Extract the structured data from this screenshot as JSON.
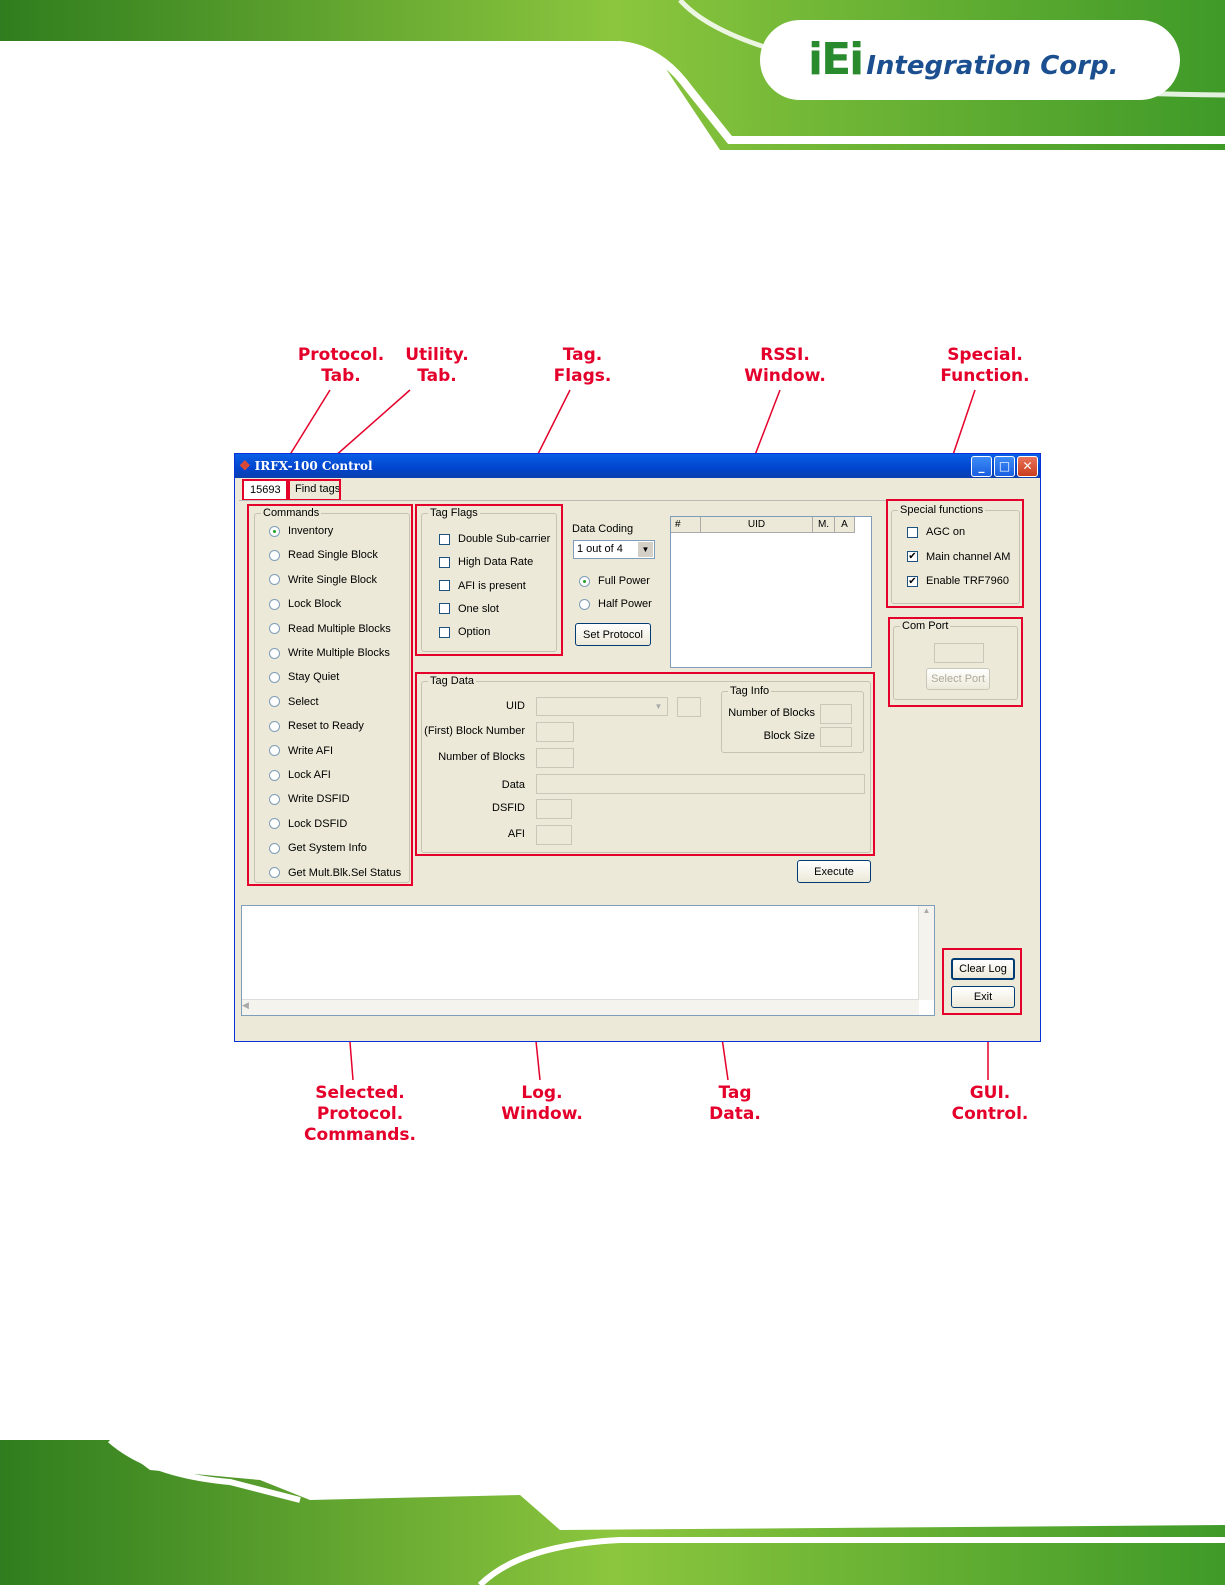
{
  "logo": {
    "mark": "iEi",
    "name": "Integration Corp."
  },
  "callouts": {
    "protocol_tab": "Protocol.\nTab.",
    "utility_tab": "Utility.\nTab.",
    "tag_flags": "Tag.\nFlags.",
    "rssi_window": "RSSI.\nWindow.",
    "special_function": "Special.\nFunction.",
    "selected_protocol_commands": "Selected.\nProtocol.\nCommands.",
    "log_window": "Log.\nWindow.",
    "tag_data": "Tag\nData.",
    "gui_control": "GUI.\nControl."
  },
  "window": {
    "title": "IRFX-100 Control",
    "tabs": [
      "15693",
      "Find tags"
    ],
    "commands": {
      "legend": "Commands",
      "items": [
        "Inventory",
        "Read Single Block",
        "Write Single Block",
        "Lock Block",
        "Read Multiple Blocks",
        "Write Multiple Blocks",
        "Stay Quiet",
        "Select",
        "Reset to Ready",
        "Write AFI",
        "Lock AFI",
        "Write DSFID",
        "Lock DSFID",
        "Get System Info",
        "Get Mult.Blk.Sel Status"
      ],
      "selected": "Inventory"
    },
    "tag_flags": {
      "legend": "Tag Flags",
      "items": [
        "Double Sub-carrier",
        "High Data Rate",
        "AFI is present",
        "One slot",
        "Option"
      ]
    },
    "data_coding": {
      "label": "Data Coding",
      "value": "1 out of 4",
      "power": [
        "Full Power",
        "Half Power"
      ],
      "power_selected": "Full Power",
      "set_protocol": "Set Protocol"
    },
    "rssi_list": {
      "headers": [
        "#",
        "UID",
        "M.",
        "A"
      ]
    },
    "special_functions": {
      "legend": "Special functions",
      "items": [
        {
          "label": "AGC on",
          "checked": false
        },
        {
          "label": "Main channel AM",
          "checked": true
        },
        {
          "label": "Enable TRF7960",
          "checked": true
        }
      ]
    },
    "com_port": {
      "legend": "Com Port",
      "select_port": "Select Port"
    },
    "tag_data": {
      "legend": "Tag Data",
      "labels": [
        "UID",
        "(First) Block Number",
        "Number of Blocks",
        "Data",
        "DSFID",
        "AFI"
      ],
      "tag_info": {
        "legend": "Tag Info",
        "labels": [
          "Number of Blocks",
          "Block Size"
        ]
      }
    },
    "buttons": {
      "execute": "Execute",
      "clear_log": "Clear Log",
      "exit": "Exit"
    }
  }
}
